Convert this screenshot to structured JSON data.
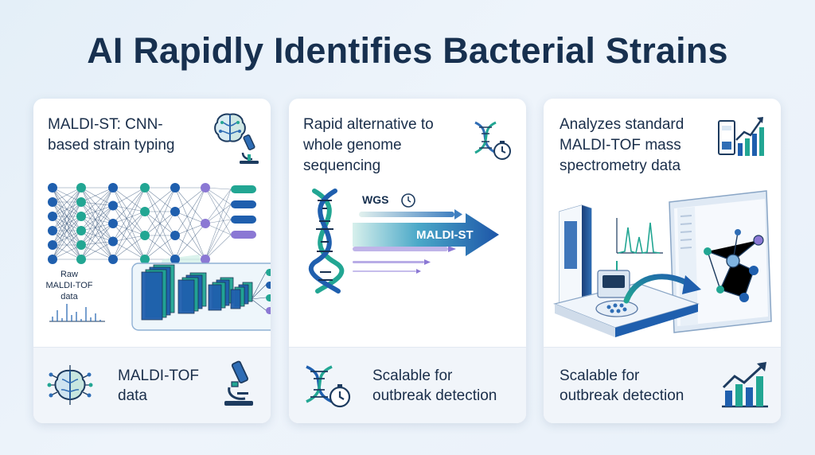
{
  "title": "AI Rapidly Identifies Bacterial Strains",
  "cards": [
    {
      "heading_line1": "MALDI-ST: CNN-",
      "heading_line2": "based strain typing",
      "raw_label_line1": "Raw",
      "raw_label_line2": "MALDI-TOF",
      "raw_label_line3": "data",
      "footer_line1": "MALDI-TOF",
      "footer_line2": "data",
      "icons": [
        "brain-circuit-icon",
        "microscope-icon"
      ]
    },
    {
      "heading_line1": "Rapid alternative to",
      "heading_line2": "whole genome",
      "heading_line3": "sequencing",
      "wgs_label": "WGS",
      "maldi_label": "MALDI-ST",
      "footer_line1": "Scalable for",
      "footer_line2": "outbreak detection",
      "icons": [
        "dna-icon",
        "stopwatch-icon",
        "clock-icon"
      ]
    },
    {
      "heading_line1": "Analyzes standard",
      "heading_line2": "MALDI-TOF mass",
      "heading_line3": "spectrometry data",
      "footer_line1": "Scalable for",
      "footer_line2": "outbreak detection",
      "icons": [
        "growth-chart-icon",
        "mass-spectrometer-icon",
        "network-graph-icon"
      ]
    }
  ],
  "colors": {
    "navy": "#17304f",
    "blue": "#2f6db5",
    "teal": "#22a693",
    "purple": "#8b78d4",
    "light_bg": "#eaf2fa"
  }
}
